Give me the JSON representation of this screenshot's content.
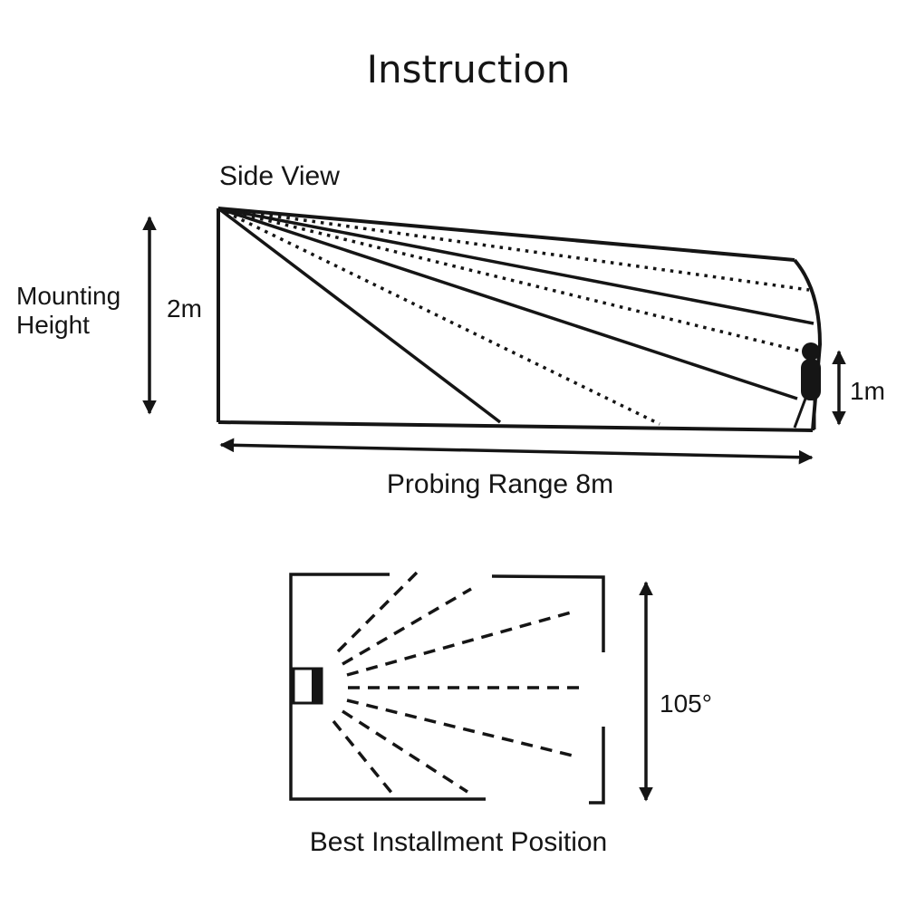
{
  "title": "Instruction",
  "side_view": {
    "label": "Side View",
    "mounting_label": "Mounting Height",
    "mounting_value": "2m",
    "target_height": "1m",
    "range_label": "Probing Range 8m"
  },
  "top_view": {
    "angle_label": "105°",
    "caption": "Best Installment Position"
  }
}
